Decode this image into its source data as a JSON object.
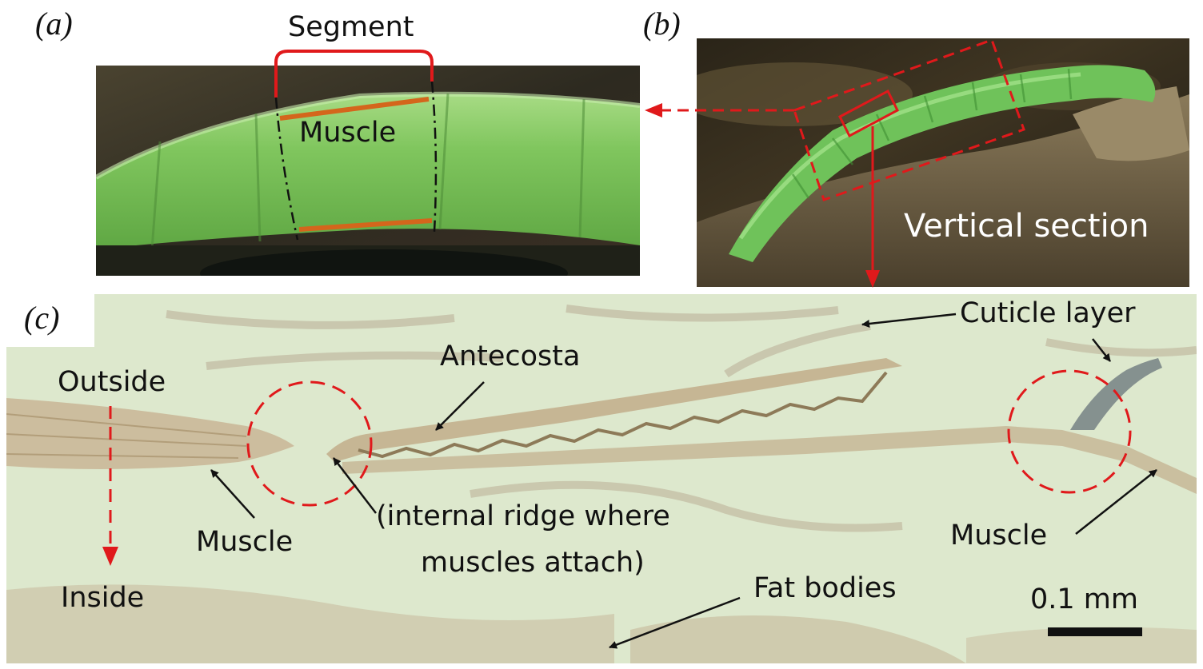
{
  "panel_a": {
    "letter": "(a)",
    "segment_label": "Segment",
    "muscle_label": "Muscle"
  },
  "panel_b": {
    "letter": "(b)",
    "section_label": "Vertical section"
  },
  "panel_c": {
    "letter": "(c)",
    "outside_label": "Outside",
    "inside_label": "Inside",
    "antecosta_label": "Antecosta",
    "cuticle_label": "Cuticle layer",
    "muscle_left_label": "Muscle",
    "ridge_line1": "(internal ridge where",
    "ridge_line2": "muscles attach)",
    "muscle_right_label": "Muscle",
    "fat_label": "Fat bodies",
    "scale_label": "0.1 mm"
  },
  "colors": {
    "annotation_red": "#e0191b",
    "muscle_orange": "#d4661c",
    "caterpillar_green": "#7ccc5c",
    "histology_bg": "#dde8cd"
  }
}
